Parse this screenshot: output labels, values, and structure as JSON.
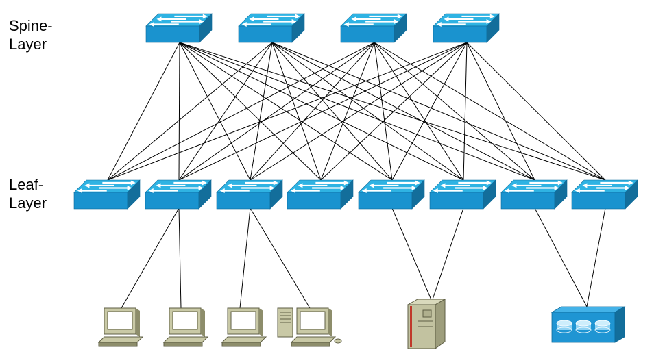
{
  "labels": {
    "spine": "Spine-\nLayer",
    "leaf": "Leaf-\nLayer"
  },
  "colors": {
    "switch_top": "#2fb3e3",
    "switch_front": "#1a93cf",
    "switch_side": "#136e9b",
    "arrow": "#ffffff",
    "link": "#000000",
    "computer_body": "#c9c9a6",
    "computer_dark": "#8d8d6b",
    "server_body": "#c2c2a0",
    "server_stripe": "#c0392b",
    "storage_front": "#1f95d3",
    "storage_top": "#43b2e8"
  },
  "spine_switches": [
    {
      "name": "spine-switch-1",
      "icon": "switch-icon"
    },
    {
      "name": "spine-switch-2",
      "icon": "switch-icon"
    },
    {
      "name": "spine-switch-3",
      "icon": "switch-icon"
    },
    {
      "name": "spine-switch-4",
      "icon": "switch-icon"
    }
  ],
  "leaf_switches": [
    {
      "name": "leaf-switch-1",
      "icon": "switch-icon"
    },
    {
      "name": "leaf-switch-2",
      "icon": "switch-icon"
    },
    {
      "name": "leaf-switch-3",
      "icon": "switch-icon"
    },
    {
      "name": "leaf-switch-4",
      "icon": "switch-icon"
    },
    {
      "name": "leaf-switch-5",
      "icon": "switch-icon"
    },
    {
      "name": "leaf-switch-6",
      "icon": "switch-icon"
    },
    {
      "name": "leaf-switch-7",
      "icon": "switch-icon"
    },
    {
      "name": "leaf-switch-8",
      "icon": "switch-icon"
    }
  ],
  "endpoints": [
    {
      "name": "computer-1",
      "icon": "computer-icon"
    },
    {
      "name": "computer-2",
      "icon": "computer-icon"
    },
    {
      "name": "computer-3",
      "icon": "computer-icon"
    },
    {
      "name": "workstation",
      "icon": "workstation-icon"
    },
    {
      "name": "server",
      "icon": "server-icon"
    },
    {
      "name": "storage-array",
      "icon": "storage-icon"
    }
  ],
  "links": {
    "spine_to_leaf": "full-mesh",
    "leaf_to_endpoint": [
      {
        "leaf": 1,
        "endpoint": 0
      },
      {
        "leaf": 1,
        "endpoint": 1
      },
      {
        "leaf": 2,
        "endpoint": 2
      },
      {
        "leaf": 2,
        "endpoint": 3
      },
      {
        "leaf": 4,
        "endpoint": 4
      },
      {
        "leaf": 5,
        "endpoint": 4
      },
      {
        "leaf": 6,
        "endpoint": 5
      },
      {
        "leaf": 7,
        "endpoint": 5
      }
    ]
  }
}
